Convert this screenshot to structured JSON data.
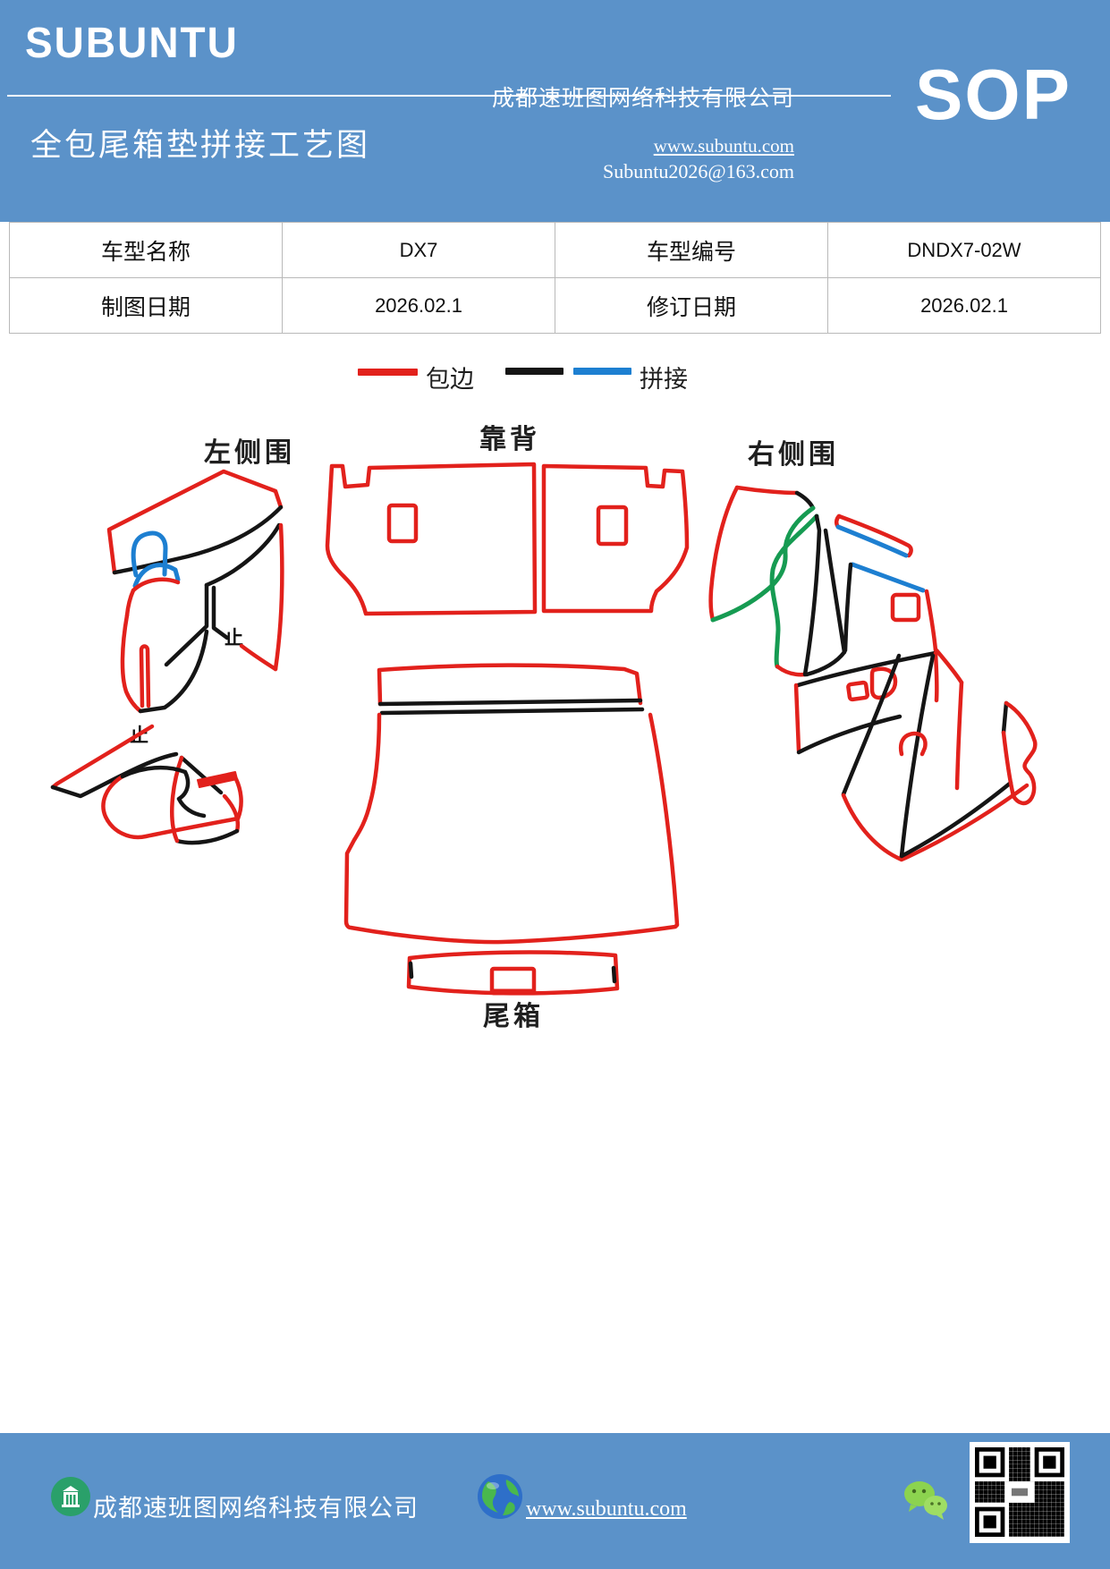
{
  "header": {
    "logo": "SUBUNTU",
    "company": "成都速班图网络科技有限公司",
    "title": "全包尾箱垫拼接工艺图",
    "website": "www.subuntu.com",
    "email": "Subuntu2026@163.com",
    "sop": "SOP"
  },
  "info_table": {
    "rows": [
      [
        "车型名称",
        "DX7",
        "车型编号",
        "DNDX7-02W"
      ],
      [
        "制图日期",
        "2026.02.1",
        "修订日期",
        "2026.02.1"
      ]
    ]
  },
  "legend": {
    "edge_label": "包边",
    "stitch_label": "拼接"
  },
  "diagram": {
    "labels": {
      "left": "左侧围",
      "back": "靠背",
      "right": "右侧围",
      "tail": "尾箱",
      "stop": "止"
    }
  },
  "footer": {
    "company": "成都速班图网络科技有限公司",
    "website": "www.subuntu.com"
  },
  "colors": {
    "band_blue": "#5b92c9",
    "edge_red": "#e2211c",
    "stitch_black": "#151515",
    "stitch_blue": "#1d7fd1",
    "aux_green": "#169b52"
  }
}
